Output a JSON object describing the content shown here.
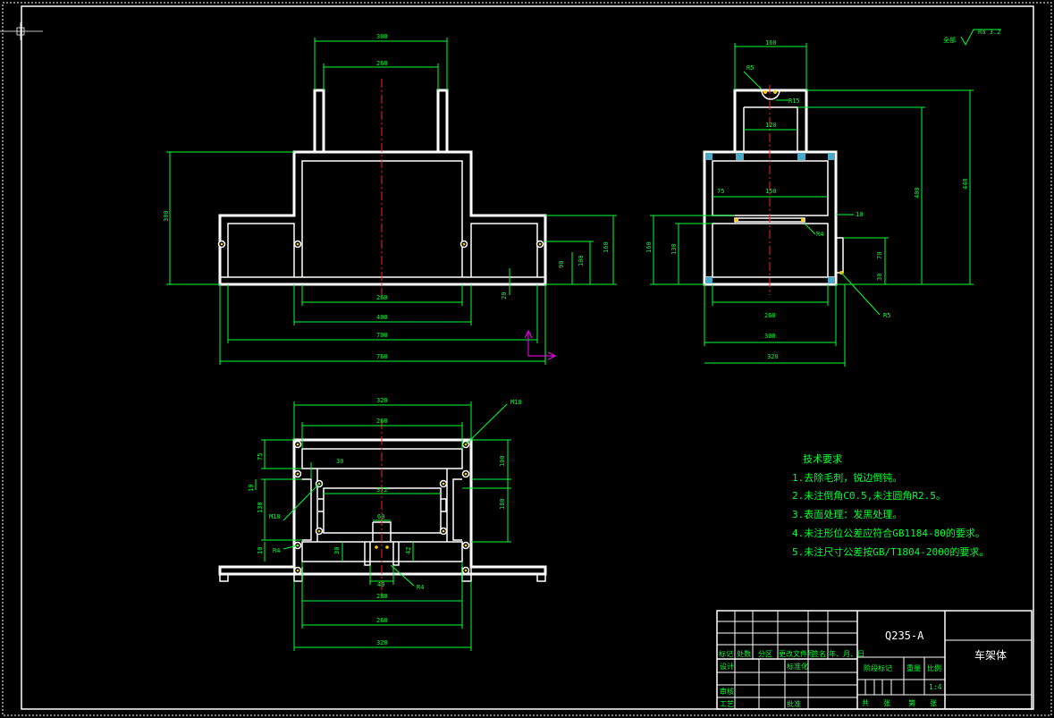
{
  "front_view": {
    "dims": [
      "300",
      "260",
      "300",
      "100",
      "90",
      "160",
      "20",
      "260",
      "400",
      "700",
      "760"
    ]
  },
  "side_view": {
    "dims": [
      "160",
      "R5",
      "R15",
      "120",
      "75",
      "150",
      "10",
      "R4",
      "400",
      "440",
      "160",
      "130",
      "70",
      "30",
      "R5",
      "260",
      "300",
      "320"
    ]
  },
  "top_view": {
    "dims": [
      "320",
      "260",
      "M10",
      "30",
      "75",
      "10",
      "130",
      "100",
      "180",
      "372",
      "M10",
      "60",
      "R4",
      "10",
      "30",
      "42",
      "40",
      "R4",
      "280",
      "260",
      "320"
    ]
  },
  "surface_finish": {
    "prefix": "全部",
    "value": "Ra 3.2"
  },
  "tech_requirements": {
    "title": "技术要求",
    "items": [
      "1.去除毛刺，锐边倒钝。",
      "2.未注倒角C0.5,未注圆角R2.5。",
      "3.表面处理：发黑处理。",
      "4.未注形位公差应符合GB1184-80的要求。",
      "5.未注尺寸公差按GB/T1804-2000的要求。"
    ]
  },
  "title_block": {
    "material": "Q235-A",
    "part_name": "车架体",
    "row_labels": [
      "标记",
      "处数",
      "分区",
      "更改文件号",
      "签名",
      "年、月、日"
    ],
    "designer": "设计",
    "standardization": "标准化",
    "stage_mark": "阶段标记",
    "weight": "重量",
    "scale": "比例",
    "scale_value": "1:4",
    "review": "审核",
    "process": "工艺",
    "approve": "批准",
    "sheet_info": [
      "共",
      "张",
      "第",
      "张"
    ]
  },
  "colors": {
    "background": "#000000",
    "outline": "#ffffff",
    "dimension": "#00ff33",
    "centerline": "#ff2222",
    "ucs": "#ff00ff"
  }
}
